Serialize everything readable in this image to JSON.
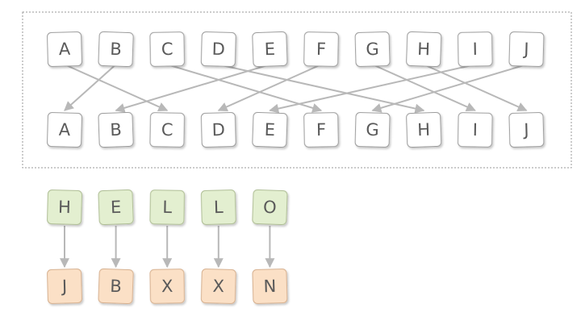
{
  "mapping_panel": {
    "top_row": [
      "A",
      "B",
      "C",
      "D",
      "E",
      "F",
      "G",
      "H",
      "I",
      "J"
    ],
    "bottom_row": [
      "A",
      "B",
      "C",
      "D",
      "E",
      "F",
      "G",
      "H",
      "I",
      "J"
    ],
    "mappings": [
      {
        "from": "A",
        "to": "C"
      },
      {
        "from": "B",
        "to": "A"
      },
      {
        "from": "C",
        "to": "F"
      },
      {
        "from": "D",
        "to": "H"
      },
      {
        "from": "E",
        "to": "B"
      },
      {
        "from": "F",
        "to": "D"
      },
      {
        "from": "G",
        "to": "I"
      },
      {
        "from": "H",
        "to": "J"
      },
      {
        "from": "I",
        "to": "E"
      },
      {
        "from": "J",
        "to": "G"
      }
    ]
  },
  "example": {
    "plaintext": [
      "H",
      "E",
      "L",
      "L",
      "O"
    ],
    "ciphertext": [
      "J",
      "B",
      "X",
      "X",
      "N"
    ]
  },
  "colors": {
    "panel_border": "#9a9a9a",
    "tile_fill": "#ffffff",
    "tile_border": "#9a9a9a",
    "plain_fill": "#e3efd0",
    "plain_border": "#aebd94",
    "cipher_fill": "#fbe0c6",
    "cipher_border": "#d6b08f",
    "arrow": "#b8b8b8",
    "text": "#5a5a5a"
  }
}
